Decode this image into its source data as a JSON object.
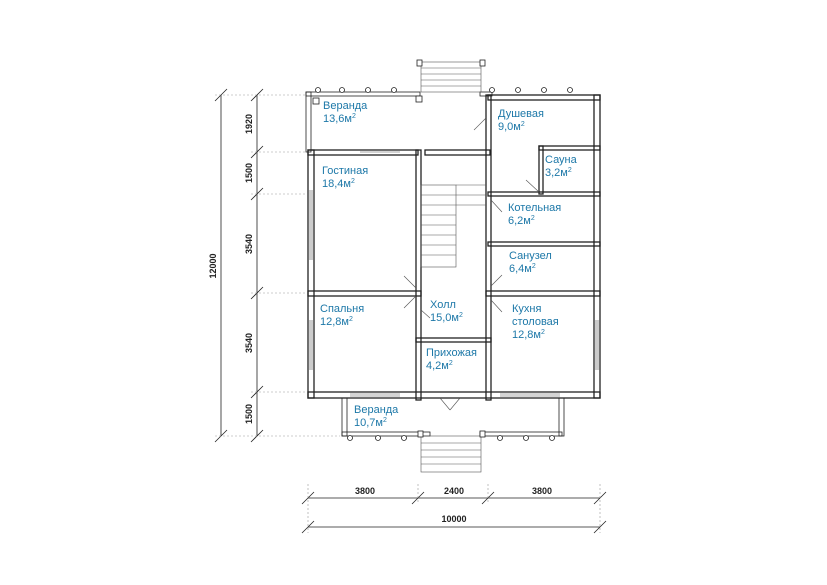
{
  "rooms": [
    {
      "name": "Веранда",
      "area": "13,6м",
      "sup": "2"
    },
    {
      "name": "Душевая",
      "area": "9,0м",
      "sup": "2"
    },
    {
      "name": "Гостиная",
      "area": "18,4м",
      "sup": "2"
    },
    {
      "name": "Сауна",
      "area": "3,2м",
      "sup": "2"
    },
    {
      "name": "Котельная",
      "area": "6,2м",
      "sup": "2"
    },
    {
      "name": "Санузел",
      "area": "6,4м",
      "sup": "2"
    },
    {
      "name": "Спальня",
      "area": "12,8м",
      "sup": "2"
    },
    {
      "name": "Холл",
      "area": "15,0м",
      "sup": "2"
    },
    {
      "name": "Кухня",
      "name2": "столовая",
      "area": "12,8м",
      "sup": "2"
    },
    {
      "name": "Прихожая",
      "area": "4,2м",
      "sup": "2"
    },
    {
      "name": "Веранда",
      "area": "10,7м",
      "sup": "2"
    }
  ],
  "dimensions": {
    "vertical_total": "12000",
    "vertical": [
      "1920",
      "1500",
      "3540",
      "3540",
      "1500"
    ],
    "horizontal": [
      "3800",
      "2400",
      "3800"
    ],
    "horizontal_total": "10000"
  }
}
